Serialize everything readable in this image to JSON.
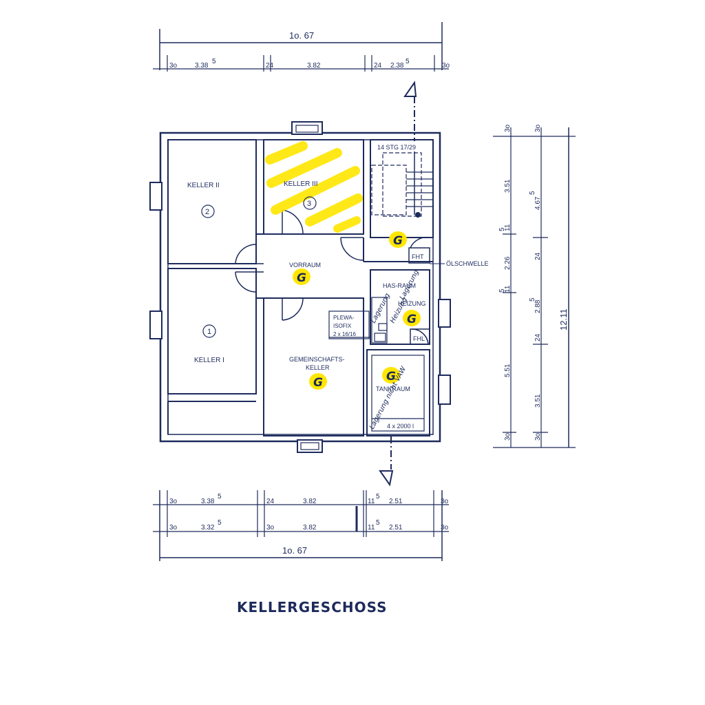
{
  "title": "KELLERGESCHOSS",
  "rooms": {
    "keller_ii": "KELLER II",
    "keller_ii_num": "2",
    "keller_iii": "KELLER III",
    "keller_iii_num": "3",
    "keller_i": "KELLER I",
    "keller_i_num": "1",
    "vorraum": "VORRAUM",
    "gemeinschafts_1": "GEMEINSCHAFTS-",
    "gemeinschafts_2": "KELLER",
    "has_raum": "HAS-RAUM",
    "heizung": "HEIZUNG",
    "tankraum": "TANKRAUM",
    "plewa_1": "PLEWA-",
    "plewa_2": "ISOFIX",
    "plewa_3": "2 x 16/16",
    "stair": "14  STG  17/29",
    "fht": "FHT",
    "fhl": "FHL",
    "oelschwelle": "ÖLSCHWELLE",
    "tank": "4 x 2000 l"
  },
  "marks": {
    "g": "G"
  },
  "handwriting": {
    "note1": "Lagerung",
    "note2": "Heizung",
    "note3": "Lagerung",
    "note4": "Lagerung nicht VAW"
  },
  "dims": {
    "overall_top": "1o. 67",
    "overall_bottom": "1o. 67",
    "top_row": [
      "3o",
      "3.38",
      "5",
      "24",
      "3.82",
      "24",
      "2.38",
      "5",
      "3o"
    ],
    "bottom_row1": [
      "3o",
      "3.38",
      "5",
      "24",
      "3.82",
      "11",
      "5",
      "2.51",
      "3o"
    ],
    "bottom_row2": [
      "3o",
      "3.32",
      "5",
      "3o",
      "3.82",
      "11",
      "5",
      "2.51",
      "3o"
    ],
    "right_col1": [
      "3o",
      "3.51",
      "11",
      "5",
      "2.26",
      "11",
      "5",
      "5.51",
      "3o"
    ],
    "right_col2": [
      "3o",
      "4.67",
      "5",
      "24",
      "2.88",
      "5",
      "24",
      "3.51",
      "3o"
    ],
    "overall_right": "12.11"
  },
  "colors": {
    "ink": "#1d2a5c",
    "highlight": "#ffe600"
  }
}
